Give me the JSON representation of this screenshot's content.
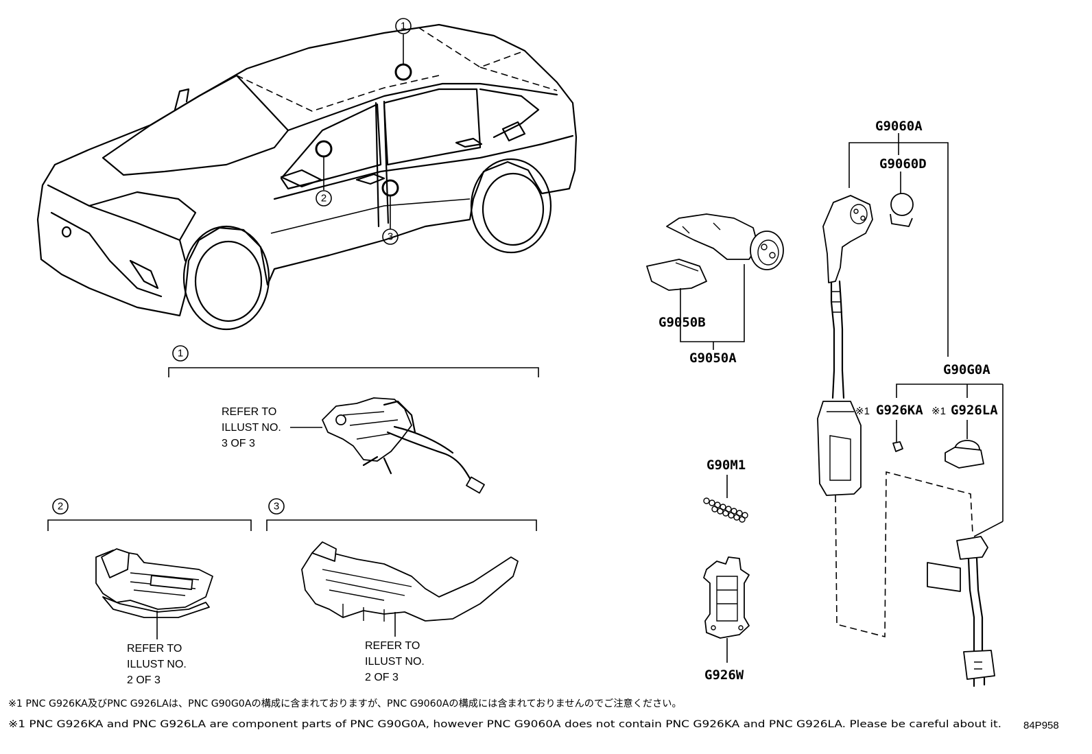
{
  "diagram": {
    "callouts": {
      "one": "1",
      "two": "2",
      "three": "3"
    },
    "part_labels": {
      "g9060a": "G9060A",
      "g9060d": "G9060D",
      "g9050b": "G9050B",
      "g9050a": "G9050A",
      "g90g0a": "G90G0A",
      "g926ka": "G926KA",
      "g926la": "G926LA",
      "g90m1": "G90M1",
      "g926w": "G926W",
      "note_mark": "※1"
    },
    "references": {
      "ref_3_of_3": [
        "REFER TO",
        "ILLUST NO.",
        "3 OF 3"
      ],
      "ref_2_of_3_left": [
        "REFER TO",
        "ILLUST NO.",
        "2 OF 3"
      ],
      "ref_2_of_3_right": [
        "REFER TO",
        "ILLUST NO.",
        "2 OF 3"
      ]
    },
    "notes": {
      "japanese": "※1 PNC G926KA及びPNC G926LAは、PNC G90G0Aの構成に含まれておりますが、PNC G9060Aの構成には含まれておりませんのでご注意ください。",
      "english": "※1 PNC G926KA and PNC G926LA are component parts of PNC G90G0A, however PNC G9060A does not contain PNC G926KA and PNC G926LA. Please be careful about it."
    },
    "illustration_code": "84P958"
  }
}
